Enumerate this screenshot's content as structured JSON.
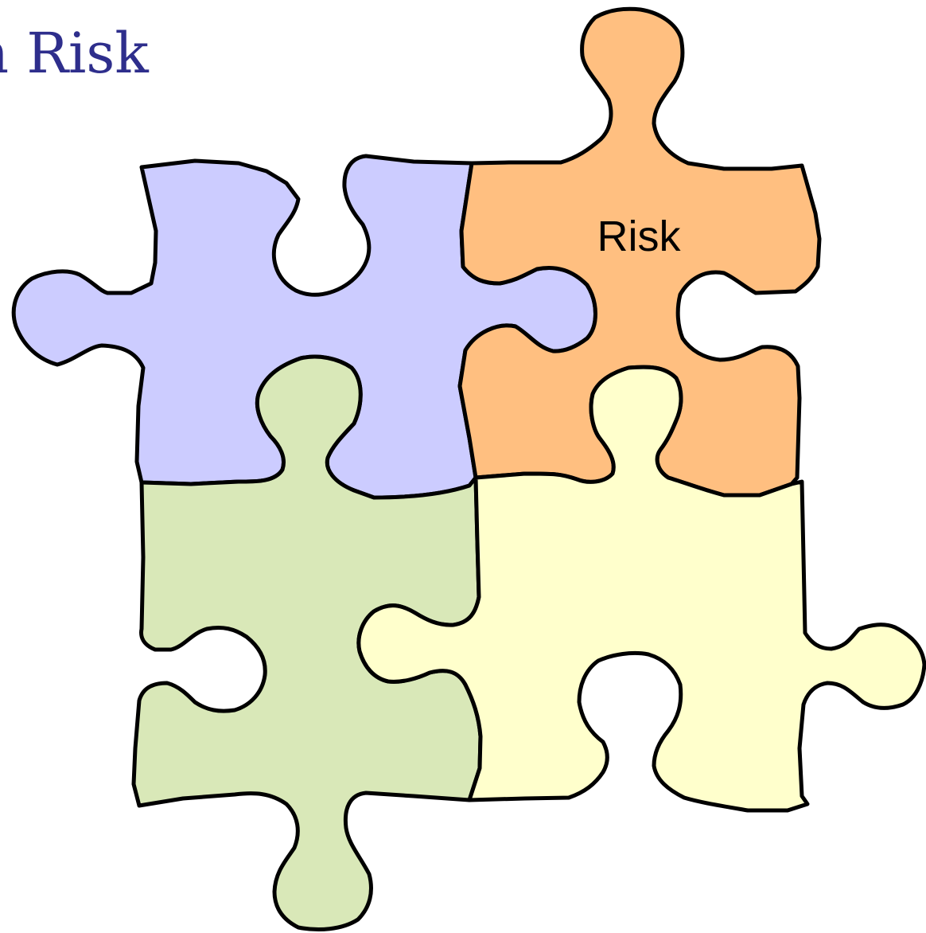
{
  "title": {
    "text": "n Risk",
    "color": "#2e2e8c"
  },
  "puzzle": {
    "pieces": [
      {
        "id": "top-left",
        "label": "",
        "fill": "#ccccff"
      },
      {
        "id": "top-right",
        "label": "Risk",
        "fill": "#ffbf80"
      },
      {
        "id": "bottom-left",
        "label": "",
        "fill": "#d9e8b8"
      },
      {
        "id": "bottom-right",
        "label": "",
        "fill": "#ffffcc"
      }
    ],
    "outline_color": "#000000",
    "label_color": "#000000"
  }
}
